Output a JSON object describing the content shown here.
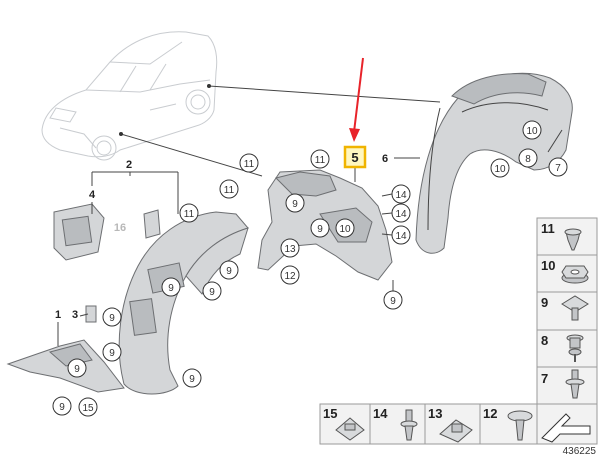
{
  "callouts": {
    "c1": "1",
    "c2": "2",
    "c3": "3",
    "c4": "4",
    "c5": "5",
    "c6": "6",
    "c7": "7",
    "c8": "8",
    "c9": "9",
    "c10": "10",
    "c11": "11",
    "c12": "12",
    "c13": "13",
    "c14": "14",
    "c15": "15",
    "c16": "16"
  },
  "legend": {
    "right": [
      {
        "num": "11",
        "icon": "grommet-nut-icon"
      },
      {
        "num": "10",
        "icon": "hex-flange-nut-icon"
      },
      {
        "num": "9",
        "icon": "push-nut-icon"
      },
      {
        "num": "8",
        "icon": "rivet-clip-icon"
      },
      {
        "num": "7",
        "icon": "expansion-rivet-icon"
      }
    ],
    "bottom": [
      {
        "num": "15",
        "icon": "spring-clip-icon"
      },
      {
        "num": "14",
        "icon": "plastic-rivet-icon"
      },
      {
        "num": "13",
        "icon": "clip-nut-icon"
      },
      {
        "num": "12",
        "icon": "flat-head-screw-icon"
      }
    ]
  },
  "reference_number": "436225",
  "colors": {
    "highlight_border": "#f0b400",
    "arrow": "#e8232a",
    "part_fill": "#d4d6d8"
  }
}
